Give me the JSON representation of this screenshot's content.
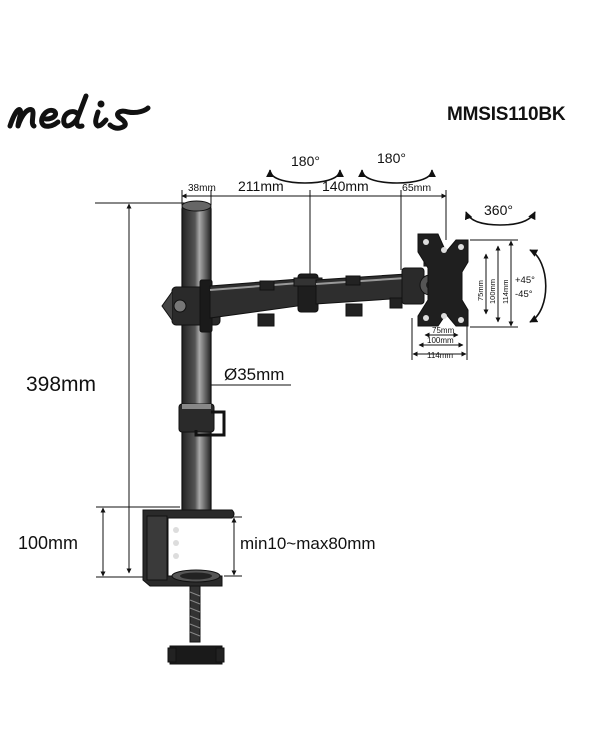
{
  "brand": {
    "logo_text": "nedis"
  },
  "model": "MMSIS110BK",
  "dimensions": {
    "pole_height": "398mm",
    "clamp_height": "100mm",
    "pole_diameter": "Ø35mm",
    "clamp_range": "min10~max80mm",
    "top_left": "38mm",
    "arm_1": "211mm",
    "arm_2": "140mm",
    "arm_3": "65mm",
    "vesa_v_75": "75mm",
    "vesa_v_100": "100mm",
    "vesa_v_114": "114mm",
    "vesa_h_75": "75mm",
    "vesa_h_100": "100mm",
    "vesa_h_114": "114mm"
  },
  "rotations": {
    "rot_1": "180°",
    "rot_2": "180°",
    "rot_3": "360°",
    "tilt_up": "+45°",
    "tilt_down": "-45°"
  },
  "colors": {
    "ink": "#111111",
    "metal": "#333333",
    "highlight": "#dddddd"
  }
}
